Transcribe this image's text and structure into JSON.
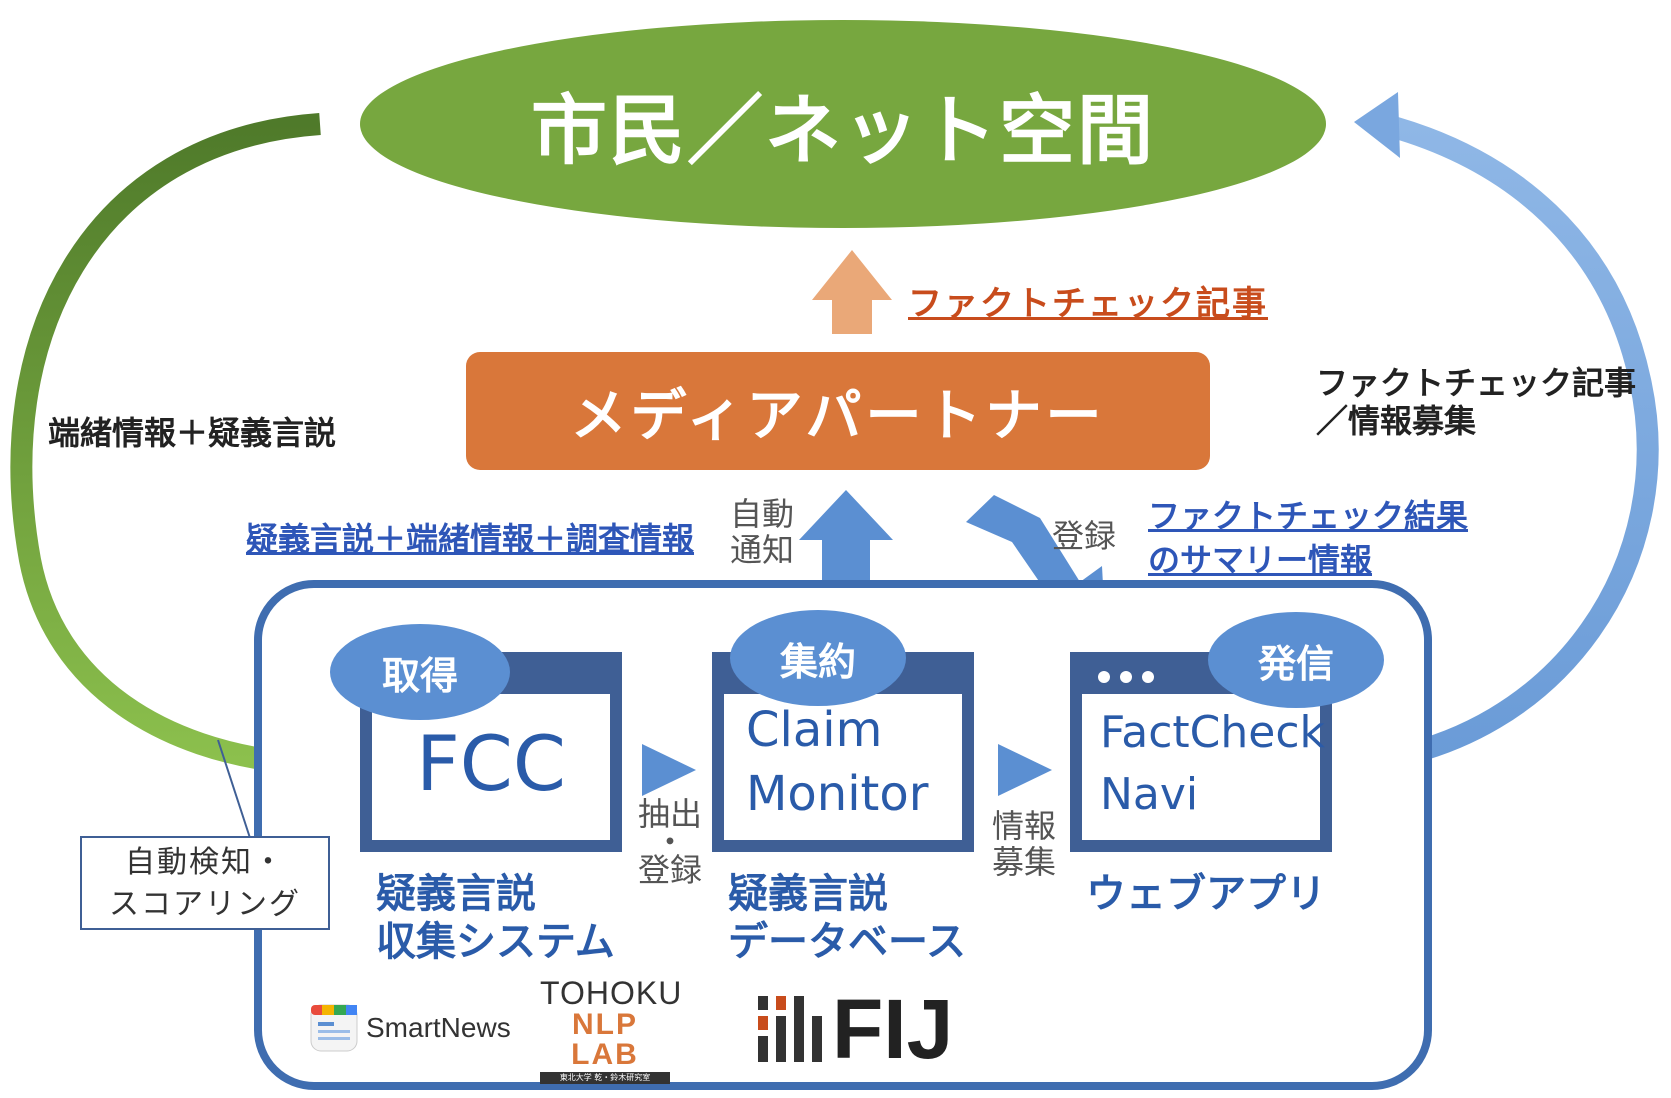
{
  "diagram": {
    "top_node": "市民／ネット空間",
    "article_label": "ファクトチェック記事",
    "media_partner": "メディアパートナー",
    "left_arrow_label": "端緒情報＋疑義言説",
    "right_arrow_label_line1": "ファクトチェック記事",
    "right_arrow_label_line2": "／情報募集",
    "link_left": "疑義言説＋端緒情報＋調査情報",
    "auto_notify_1": "自動",
    "auto_notify_2": "通知",
    "register": "登録",
    "link_right_1": "ファクトチェック結果",
    "link_right_2": "のサマリー情報",
    "auto_detect_1": "自動検知・",
    "auto_detect_2": "スコアリング",
    "stage1": {
      "badge": "取得",
      "title": "FCC",
      "caption_1": "疑義言説",
      "caption_2": "収集システム"
    },
    "stage2": {
      "badge": "集約",
      "title_1": "Claim",
      "title_2": "Monitor",
      "caption_1": "疑義言説",
      "caption_2": "データベース"
    },
    "stage3": {
      "badge": "発信",
      "title_1": "FactCheck",
      "title_2": "Navi",
      "caption": "ウェブアプリ"
    },
    "flow1_1": "抽出",
    "flow1_2": "・",
    "flow1_3": "登録",
    "flow2_1": "情報",
    "flow2_2": "募集"
  },
  "logos": {
    "smartnews": "SmartNews",
    "tohoku_1": "TOHOKU",
    "tohoku_2": "NLP LAB",
    "tohoku_3": "東北大学 乾・鈴木研究室",
    "fij": "FIJ"
  },
  "colors": {
    "green": "#77a73f",
    "orange": "#d9773a",
    "orange_light": "#eaa878",
    "blue": "#3f6db0",
    "blue_light": "#6fa0dc",
    "badge": "#5b8fd2",
    "link": "#2e56b8",
    "article_link": "#c84c1c"
  }
}
